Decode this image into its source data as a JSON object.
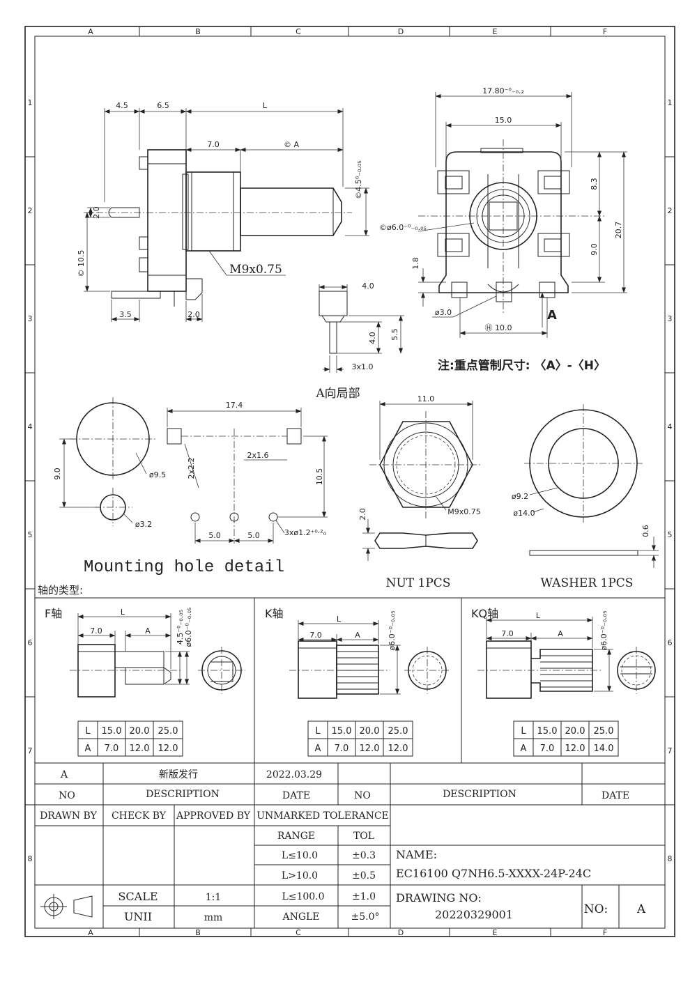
{
  "border": {
    "col_labels": [
      "A",
      "B",
      "C",
      "D",
      "E",
      "F"
    ],
    "row_labels": [
      "1",
      "2",
      "3",
      "4",
      "5",
      "6",
      "7",
      "8"
    ]
  },
  "side_view": {
    "d45": "4.5",
    "d65": "6.5",
    "dL": "L",
    "d70": "7.0",
    "dA": "© A",
    "d450": "©4.5⁰₋₀.₀₅",
    "d20": "2.0",
    "d105": "© 10.5",
    "d35": "3.5",
    "d20b": "2.0",
    "thread": "M9x0.75"
  },
  "front_view": {
    "d1780": "17.80⁻⁰₋₀.₂",
    "d150": "15.0",
    "d83": "8.3",
    "d207": "20.7",
    "d90": "9.0",
    "d60": "©ø6.0⁻⁰₋₀.₀₅",
    "d18": "1.8",
    "d30": "ø3.0",
    "d100": "Ⓗ 10.0",
    "arrow": "A",
    "note": "注:重点管制尺寸: 〈A〉-〈H〉"
  },
  "terminal_detail": {
    "d40": "4.0",
    "d40b": "4.0",
    "d55": "5.5",
    "d3x10": "3x1.0",
    "title": "A向局部"
  },
  "mounting": {
    "d174": "17.4",
    "d90": "9.0",
    "d95": "ø9.5",
    "d32": "ø3.2",
    "d2x22": "2x2.2",
    "d2x16": "2x1.6",
    "d105": "10.5",
    "d50a": "5.0",
    "d50b": "5.0",
    "d3x12": "3xø1.2⁺⁰·²₀",
    "title": "Mounting hole detail"
  },
  "nut": {
    "d110": "11.0",
    "thread": "M9x0.75",
    "d20": "2.0",
    "title": "NUT  1PCS"
  },
  "washer": {
    "d92": "ø9.2",
    "d140": "ø14.0",
    "d06": "0.6",
    "title": "WASHER  1PCS"
  },
  "shaft_types": {
    "heading": "轴的类型:",
    "panels": [
      {
        "name": "F轴",
        "dL": "L",
        "d70": "7.0",
        "dA": "A",
        "dDia1": "4.5⁻⁰₋₀.₀₅",
        "dDia2": "ø6.0⁻⁰₋₀.₀₅",
        "table": [
          [
            "L",
            "15.0",
            "20.0",
            "25.0"
          ],
          [
            "A",
            "7.0",
            "12.0",
            "12.0"
          ]
        ]
      },
      {
        "name": "K轴",
        "dL": "L",
        "d70": "7.0",
        "dA": "A",
        "dDia1": "",
        "dDia2": "ø6.0⁻⁰₋₀.₀₅",
        "table": [
          [
            "L",
            "15.0",
            "20.0",
            "25.0"
          ],
          [
            "A",
            "7.0",
            "12.0",
            "12.0"
          ]
        ]
      },
      {
        "name": "KQ轴",
        "dL": "L",
        "d70": "7.0",
        "dA": "A",
        "dDia1": "",
        "dDia2": "ø6.0⁻⁰₋₀.₀₅",
        "table": [
          [
            "L",
            "15.0",
            "20.0",
            "25.0"
          ],
          [
            "A",
            "7.0",
            "12.0",
            "14.0"
          ]
        ]
      }
    ]
  },
  "title_block": {
    "rev_no": "A",
    "rev_desc": "新版发行",
    "rev_date": "2022.03.29",
    "h_no": "NO",
    "h_desc": "DESCRIPTION",
    "h_date": "DATE",
    "h_no2": "NO",
    "h_desc2": "DESCRIPTION",
    "h_date2": "DATE",
    "drawn": "DRAWN BY",
    "check": "CHECK BY",
    "approved": "APPROVED BY",
    "tol_head": "UNMARKED TOLERANCE",
    "range": "RANGE",
    "tol": "TOL",
    "r1": "L≤10.0",
    "t1": "±0.3",
    "r2": "L>10.0",
    "t2": "±0.5",
    "r3": "L≤100.0",
    "t3": "±1.0",
    "r4": "ANGLE",
    "t4": "±5.0°",
    "scale_l": "SCALE",
    "scale_v": "1:1",
    "unit_l": "UNII",
    "unit_v": "mm",
    "name_l": "NAME:",
    "name_v": "EC16100 Q7NH6.5-XXXX-24P-24C",
    "dwg_l": "DRAWING NO:",
    "dwg_v": "20220329001",
    "no_l": "NO:",
    "no_v": "A"
  }
}
